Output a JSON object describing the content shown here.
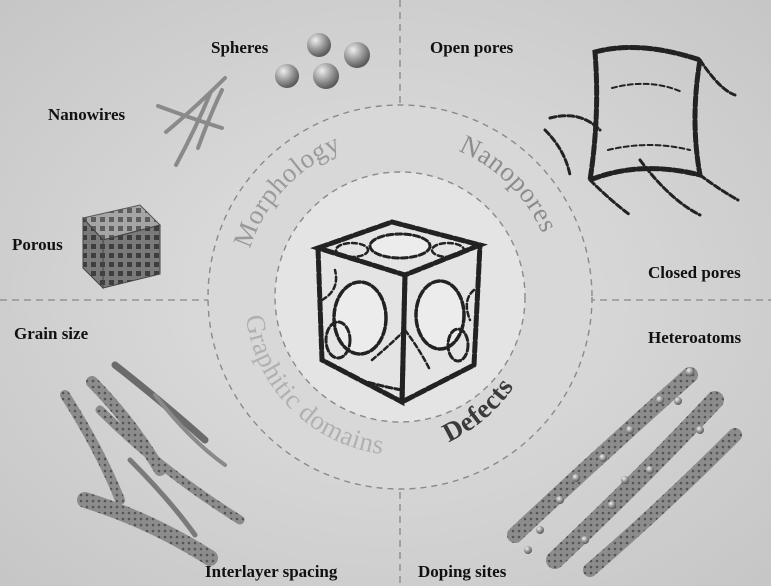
{
  "labels": {
    "spheres": "Spheres",
    "nanowires": "Nanowires",
    "porous": "Porous",
    "open_pores": "Open pores",
    "closed_pores": "Closed pores",
    "grain_size": "Grain size",
    "interlayer_spacing": "Interlayer spacing",
    "heteroatoms": "Heteroatoms",
    "doping_sites": "Doping sites"
  },
  "ring_labels": {
    "morphology": "Morphology",
    "nanopores": "Nanopores",
    "graphitic_domains": "Graphitic domains",
    "defects": "Defects"
  },
  "colors": {
    "background": "#cfcfcf",
    "ring": "#dcdcdc",
    "center": "#e6e6e6",
    "morphology_text": "#9a9a9a",
    "nanopores_text": "#8c8c8c",
    "graphitic_text": "#b0b0b0",
    "defects_text": "#3a3a3a"
  }
}
